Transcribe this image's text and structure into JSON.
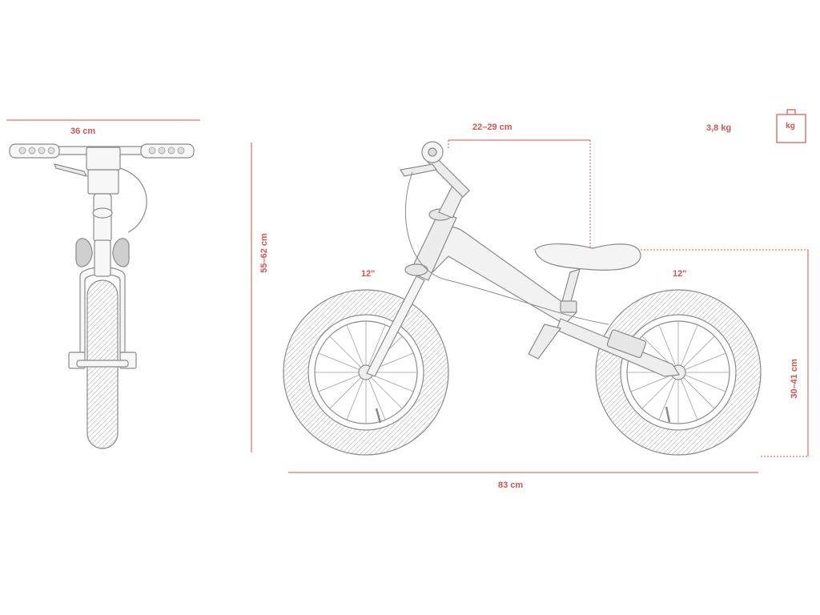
{
  "colors": {
    "dimension": "#d9534f",
    "drawing": "#8a8a8a",
    "tire": "#9a9a9a"
  },
  "front_view": {
    "width_label": "36 cm"
  },
  "side_view": {
    "handlebar_height_label": "55–62 cm",
    "seat_offset_label": "22–29 cm",
    "front_wheel_label": "12\"",
    "rear_wheel_label": "12\"",
    "seat_height_label": "30–41 cm",
    "length_label": "83 cm"
  },
  "weight": {
    "value_label": "3,8 kg",
    "icon_label": "kg",
    "icon": "weight-icon"
  }
}
